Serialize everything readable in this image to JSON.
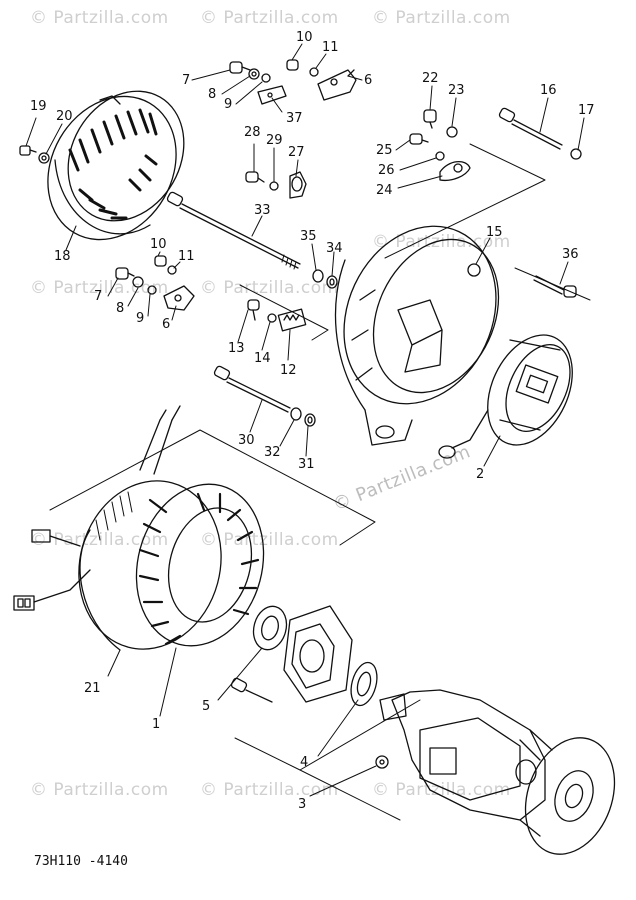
{
  "watermarks": [
    "© Partzilla.com",
    "© Partzilla.com",
    "© Partzilla.com",
    "© Partzilla.com",
    "© Partzilla.com",
    "© Partzilla.com",
    "© Partzilla.com",
    "© Partzilla.com",
    "© Partzilla.com",
    "© Partzilla.com",
    "© Partzilla.com",
    "© Partzilla.com"
  ],
  "diagram_code": "73H110 -4140",
  "callouts": {
    "n1": "1",
    "n2": "2",
    "n3": "3",
    "n4": "4",
    "n5": "5",
    "n6a": "6",
    "n6b": "6",
    "n7a": "7",
    "n7b": "7",
    "n8a": "8",
    "n8b": "8",
    "n9a": "9",
    "n9b": "9",
    "n10a": "10",
    "n10b": "10",
    "n11a": "11",
    "n11b": "11",
    "n12": "12",
    "n13": "13",
    "n14": "14",
    "n15": "15",
    "n16": "16",
    "n17": "17",
    "n18": "18",
    "n19": "19",
    "n20": "20",
    "n21": "21",
    "n22": "22",
    "n23": "23",
    "n24": "24",
    "n25": "25",
    "n26": "26",
    "n27": "27",
    "n28": "28",
    "n29": "29",
    "n30": "30",
    "n31": "31",
    "n32": "32",
    "n33": "33",
    "n34": "34",
    "n35": "35",
    "n36": "36",
    "n37": "37"
  }
}
